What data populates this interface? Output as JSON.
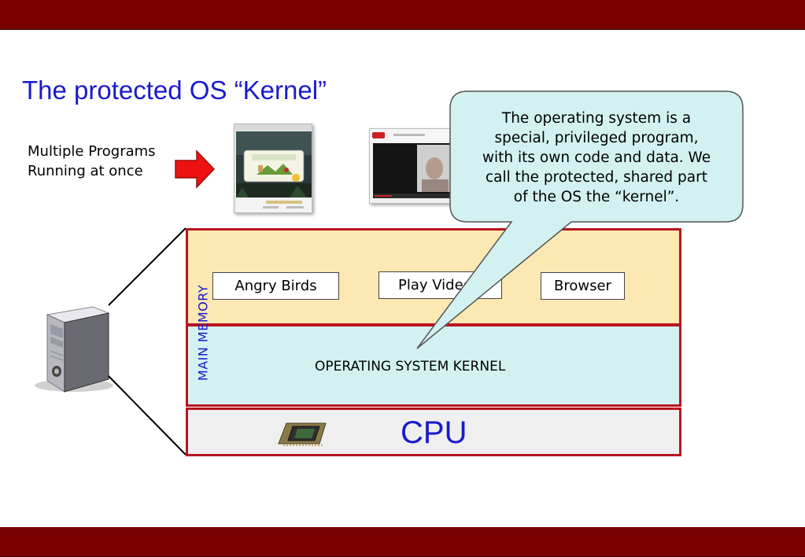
{
  "slide": {
    "title": "The protected OS “Kernel”",
    "programs_label": [
      "Multiple Programs",
      "Running at once"
    ]
  },
  "diagram": {
    "memory_label": "MAIN MEMORY",
    "programs": [
      "Angry Birds",
      "Play Video",
      "Browser"
    ],
    "kernel_label": "OPERATING SYSTEM KERNEL",
    "cpu_label": "CPU"
  },
  "callout": {
    "lines": [
      "The operating system is a",
      "special, privileged program,",
      "with its own code and data. We",
      "call the protected, shared part",
      "of the OS the “kernel”."
    ]
  },
  "icons": {
    "arrow": "right-arrow-icon",
    "server": "server-tower-icon",
    "chip": "cpu-chip-icon"
  },
  "colors": {
    "bar": "#7a0000",
    "title": "#1a1acc",
    "border": "#b8141f",
    "memory_programs": "#fbe8b2",
    "memory_kernel": "#d3f1f1",
    "cpu": "#efefef",
    "callout": "#d3f1f1",
    "arrow": "#ee1111"
  }
}
